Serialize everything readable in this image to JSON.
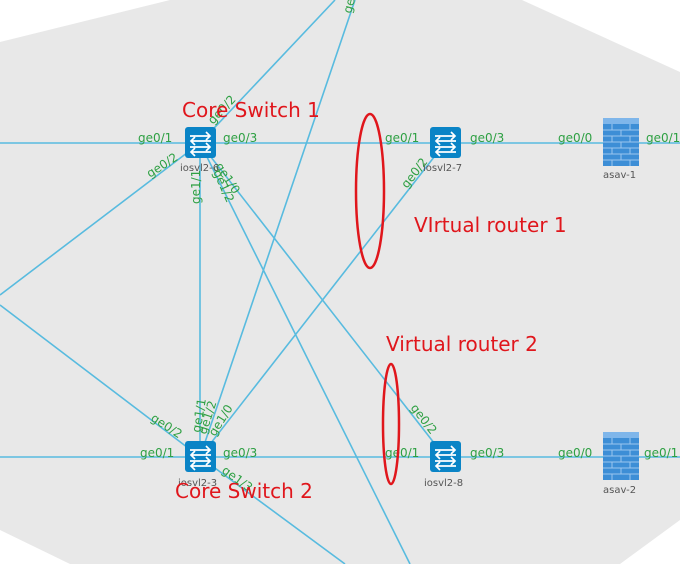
{
  "colors": {
    "background": "#ffffff",
    "region": "#e8e8e8",
    "link": "#58bbdf",
    "port_label": "#2ea043",
    "device_label": "#555555",
    "switch_fill": "#0a84c6",
    "firewall_fill": "#3d8ed6",
    "annotation": "#e0161c"
  },
  "annotations": {
    "core_switch_1": "Core Switch 1",
    "core_switch_2": "Core Switch 2",
    "virtual_router_1": "VIrtual router 1",
    "virtual_router_2": "Virtual router 2"
  },
  "devices": {
    "iosvl2_top": {
      "name": "iosvl2-6",
      "icon": "switch-icon"
    },
    "iosvl2_7": {
      "name": "iosvl2-7",
      "icon": "switch-icon"
    },
    "iosvl2_3": {
      "name": "iosvl2-3",
      "icon": "switch-icon"
    },
    "iosvl2_8": {
      "name": "iosvl2-8",
      "icon": "switch-icon"
    },
    "asav_1": {
      "name": "asav-1",
      "icon": "firewall-icon"
    },
    "asav_2": {
      "name": "asav-2",
      "icon": "firewall-icon"
    }
  },
  "ports": {
    "s1_ge01": "ge0/1",
    "s1_ge03": "ge0/3",
    "s1_ge02": "ge0/2",
    "s1_ge02_up": "ge0/2",
    "s1_ge11": "ge1/1",
    "s1_ge10": "ge1/0",
    "s1_ge12": "ge1/2",
    "r7_ge01": "ge0/1",
    "r7_ge03": "ge0/3",
    "r7_ge02": "ge0/2",
    "a1_ge00": "ge0/0",
    "a1_ge01": "ge0/1",
    "s2_ge01": "ge0/1",
    "s2_ge03": "ge0/3",
    "s2_ge02": "ge0/2",
    "s2_ge11": "ge1/1",
    "s2_ge12": "ge1/2",
    "s2_ge10": "ge1/0",
    "s2_ge13": "ge1/3",
    "r8_ge01": "ge0/1",
    "r8_ge03": "ge0/3",
    "r8_ge02": "ge0/2",
    "a2_ge00": "ge0/0",
    "a2_ge01": "ge0/1",
    "top_edge": "ge"
  }
}
